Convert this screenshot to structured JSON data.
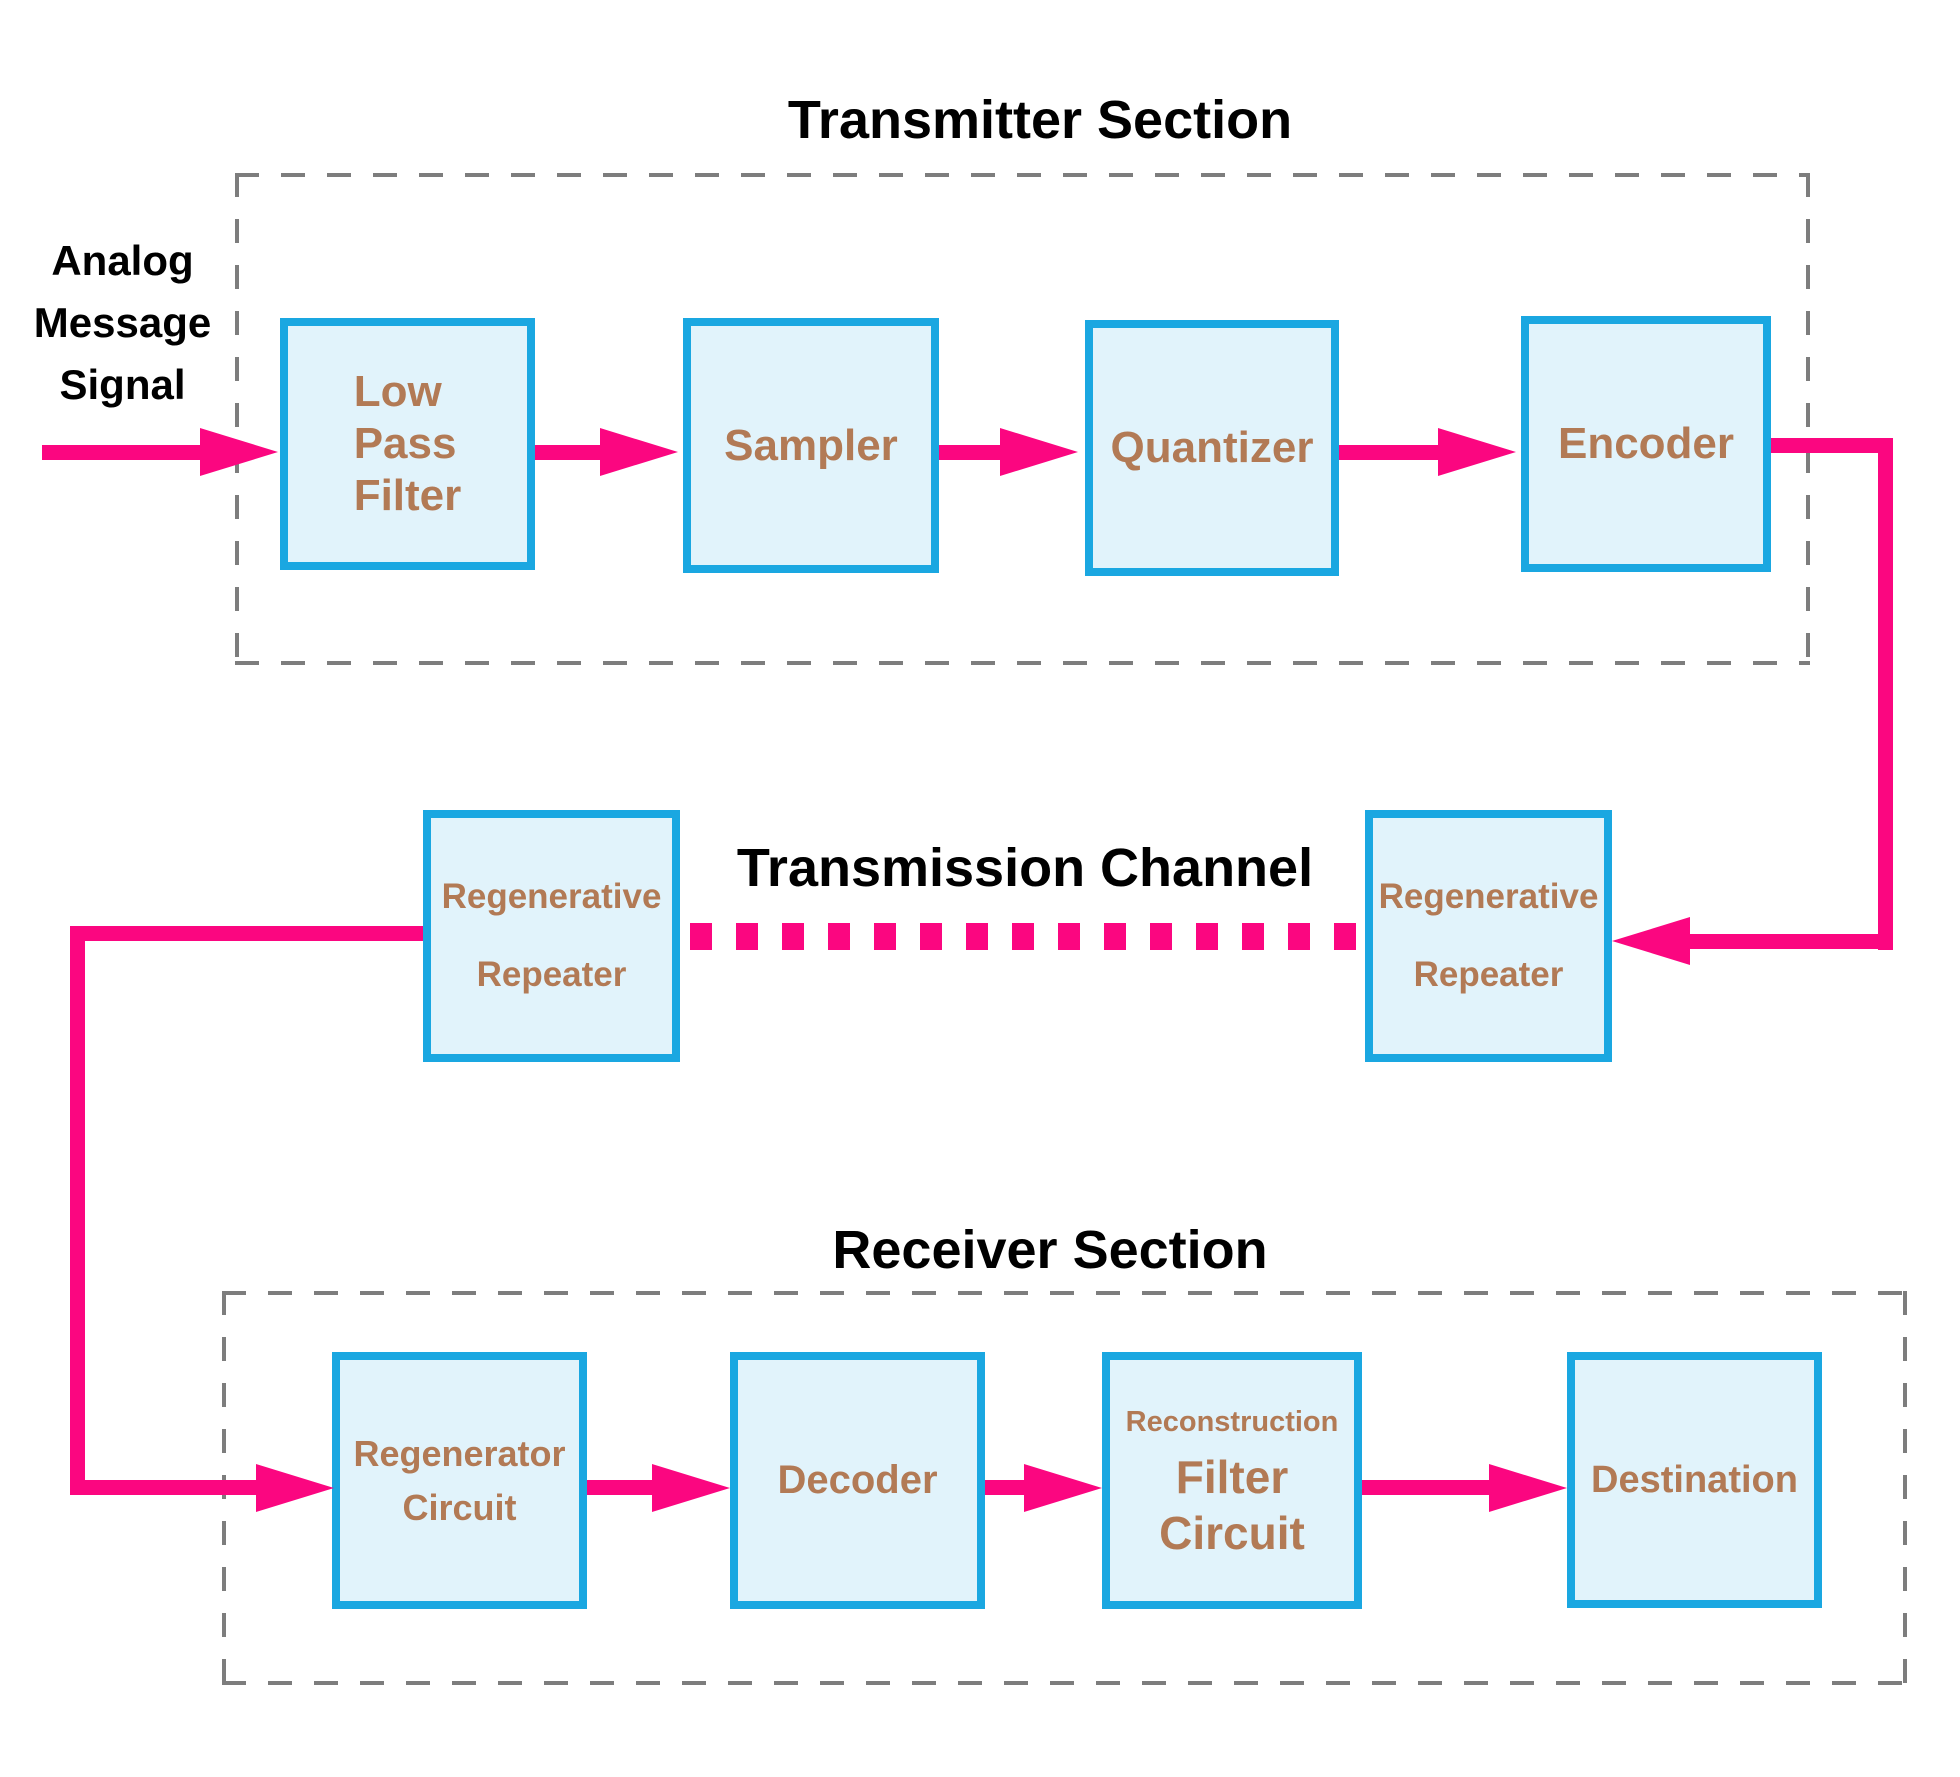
{
  "colors": {
    "pink": "#fb0680",
    "blue": "#1aa7e1",
    "fill": "#e1f3fb",
    "brown": "#b27a55",
    "gray": "#7d7d7d",
    "black": "#000000"
  },
  "transmitter": {
    "title": "Transmitter Section",
    "input_signal": {
      "lines": [
        "Analog",
        "Message",
        "Signal"
      ]
    },
    "blocks": [
      {
        "id": "low-pass-filter",
        "lines": [
          "Low",
          "Pass",
          "Filter"
        ]
      },
      {
        "id": "sampler",
        "label": "Sampler"
      },
      {
        "id": "quantizer",
        "label": "Quantizer"
      },
      {
        "id": "encoder",
        "label": "Encoder"
      }
    ]
  },
  "channel": {
    "title": "Transmission Channel",
    "repeater_left": {
      "lines": [
        "Regenerative",
        "Repeater"
      ]
    },
    "repeater_right": {
      "lines": [
        "Regenerative",
        "Repeater"
      ]
    }
  },
  "receiver": {
    "title": "Receiver Section",
    "blocks": [
      {
        "id": "regenerator-circuit",
        "lines": [
          "Regenerator",
          "Circuit"
        ]
      },
      {
        "id": "decoder",
        "label": "Decoder"
      },
      {
        "id": "reconstruction-filter-circuit",
        "line_small": "Reconstruction",
        "lines_large": [
          "Filter",
          "Circuit"
        ]
      },
      {
        "id": "destination",
        "label": "Destination"
      }
    ]
  }
}
